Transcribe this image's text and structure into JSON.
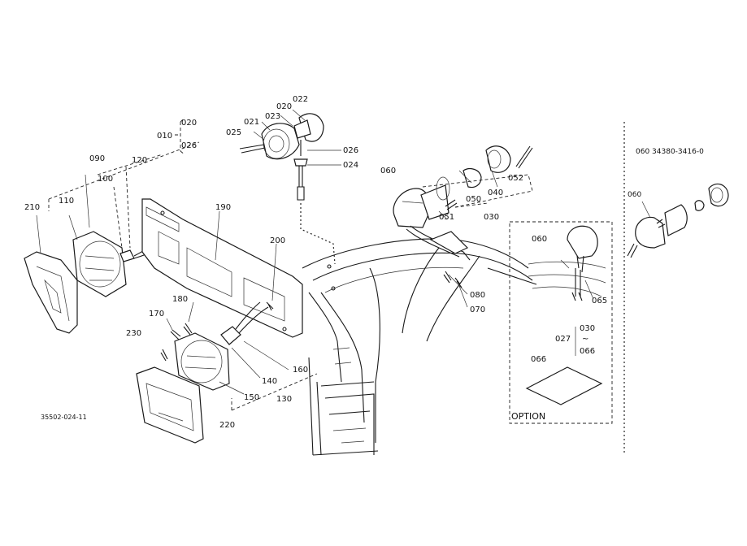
{
  "footer_code": "35502-024-11",
  "ref_note": "060  34380-3416-0",
  "option_title": "OPTION",
  "callouts": {
    "c010": "010",
    "c020a": "020",
    "c026a": "026",
    "c090": "090",
    "c120": "120",
    "c100": "100",
    "c110": "110",
    "c210": "210",
    "c190": "190",
    "c200": "200",
    "c180": "180",
    "c170": "170",
    "c230": "230",
    "c160": "160",
    "c140": "140",
    "c150": "150",
    "c130": "130",
    "c220": "220",
    "c025": "025",
    "c021": "021",
    "c023": "023",
    "c020b": "020",
    "c022": "022",
    "c026b": "026",
    "c024": "024",
    "c060": "060",
    "c051": "051",
    "c050": "050",
    "c040": "040",
    "c052": "052",
    "c030": "030",
    "c080": "080",
    "c070": "070",
    "o060": "060",
    "o065": "065",
    "o027": "027",
    "o030": "030",
    "otilde": "~",
    "o066a": "066",
    "o066b": "066",
    "r060": "060"
  }
}
